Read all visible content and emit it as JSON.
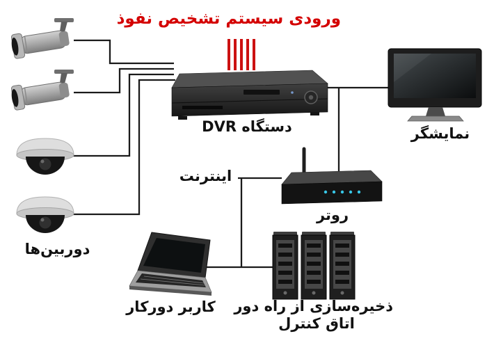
{
  "diagram": {
    "title": "ورودی سیستم تشخیص نفوذ",
    "labels": {
      "cameras": "دوربین‌ها",
      "dvr": "دستگاه DVR",
      "monitor": "نمایشگر",
      "internet": "اینترنت",
      "router": "روتر",
      "remote_user": "کاربر دورکار",
      "storage_line1": "ذخیره‌سازی از راه دور",
      "storage_line2": "اتاق کنترل"
    },
    "nodes": [
      {
        "id": "bullet-camera-1",
        "type": "bullet-camera"
      },
      {
        "id": "bullet-camera-2",
        "type": "bullet-camera"
      },
      {
        "id": "dome-camera-1",
        "type": "dome-camera"
      },
      {
        "id": "dome-camera-2",
        "type": "dome-camera"
      },
      {
        "id": "dvr",
        "type": "dvr-recorder"
      },
      {
        "id": "monitor",
        "type": "display-monitor"
      },
      {
        "id": "router",
        "type": "router"
      },
      {
        "id": "remote-user-laptop",
        "type": "laptop"
      },
      {
        "id": "remote-storage",
        "type": "server-rack",
        "tower_count": 3
      }
    ],
    "edges": [
      {
        "from": "bullet-camera-1",
        "to": "dvr"
      },
      {
        "from": "bullet-camera-2",
        "to": "dvr"
      },
      {
        "from": "dome-camera-1",
        "to": "dvr"
      },
      {
        "from": "dome-camera-2",
        "to": "dvr"
      },
      {
        "from": "dvr",
        "to": "monitor"
      },
      {
        "from": "dvr",
        "to": "router"
      },
      {
        "from": "internet",
        "to": "router"
      },
      {
        "from": "remote-user-laptop",
        "to": "internet"
      },
      {
        "from": "remote-storage",
        "to": "internet"
      }
    ],
    "input_marks_count": 5,
    "colors": {
      "title": "#d40000",
      "input_marks": "#cc1111",
      "connector": "#1a1a1a",
      "background": "#ffffff"
    }
  }
}
